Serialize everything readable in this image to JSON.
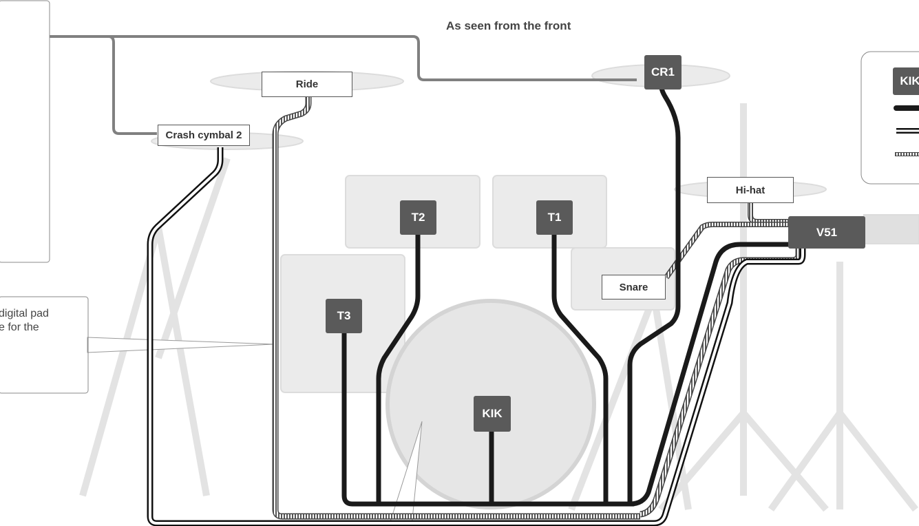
{
  "title": "As seen from the front",
  "callout_text": "digital pad\ne for the",
  "labels": {
    "crash2": "Crash cymbal 2",
    "ride": "Ride",
    "hihat": "Hi-hat",
    "snare": "Snare"
  },
  "tags": {
    "cr1": "CR1",
    "t1": "T1",
    "t2": "T2",
    "t3": "T3",
    "kik": "KIK",
    "v51": "V51"
  },
  "legend": {
    "tag": "KIK"
  },
  "colors": {
    "cable_black": "#1a1a1a",
    "tag_bg": "#5a5a5a",
    "connector_gray": "#808080",
    "drum_ghost": "#e6e6e6"
  }
}
